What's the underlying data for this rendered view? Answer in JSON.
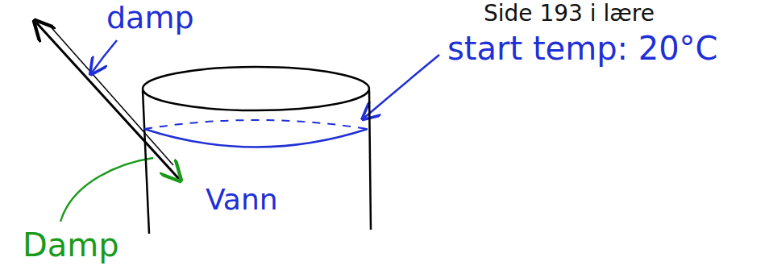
{
  "diagram": {
    "nodes": [
      {
        "text": [
          "Vann"
        ]
      }
    ],
    "labels": [
      "Side 193 i lære",
      "damp",
      "start temp: 20°C",
      "Damp"
    ]
  }
}
